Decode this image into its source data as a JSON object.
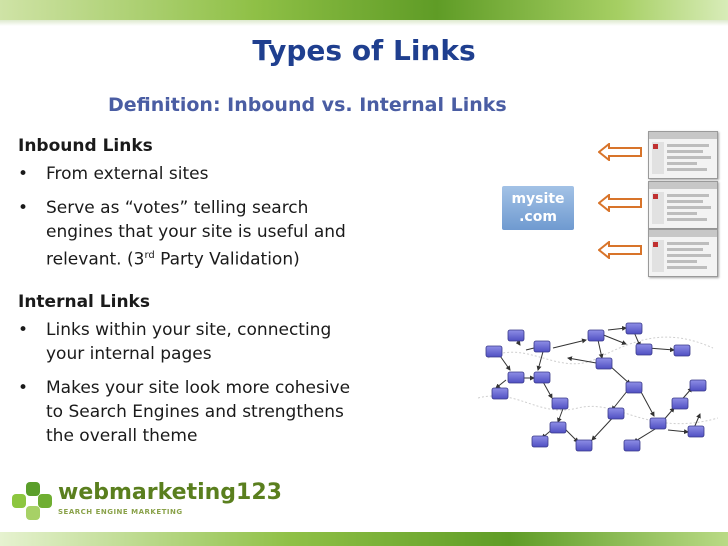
{
  "slide": {
    "title": "Types of Links",
    "subtitle": "Definition: Inbound vs. Internal Links"
  },
  "inbound": {
    "heading": "Inbound Links",
    "bullets": [
      "From external sites",
      "Serve as “votes” telling search",
      "engines that your site is useful and",
      "relevant. (3",
      "rd",
      " Party Validation)"
    ]
  },
  "internal": {
    "heading": "Internal Links",
    "bullets": [
      "Links within your site, connecting",
      "your internal pages",
      "Makes your site look more cohesive",
      "to Search Engines and strengthens",
      "the overall theme"
    ]
  },
  "diagram": {
    "site_label_line1": "mysite",
    "site_label_line2": ".com"
  },
  "logo": {
    "name": "webmarketing123",
    "tagline": "SEARCH ENGINE MARKETING"
  },
  "colors": {
    "title": "#1f3f8f",
    "subtitle": "#4a5da3",
    "green": "#5f9c26",
    "node": "#6b6bd6",
    "arrow": "#d8742a"
  }
}
